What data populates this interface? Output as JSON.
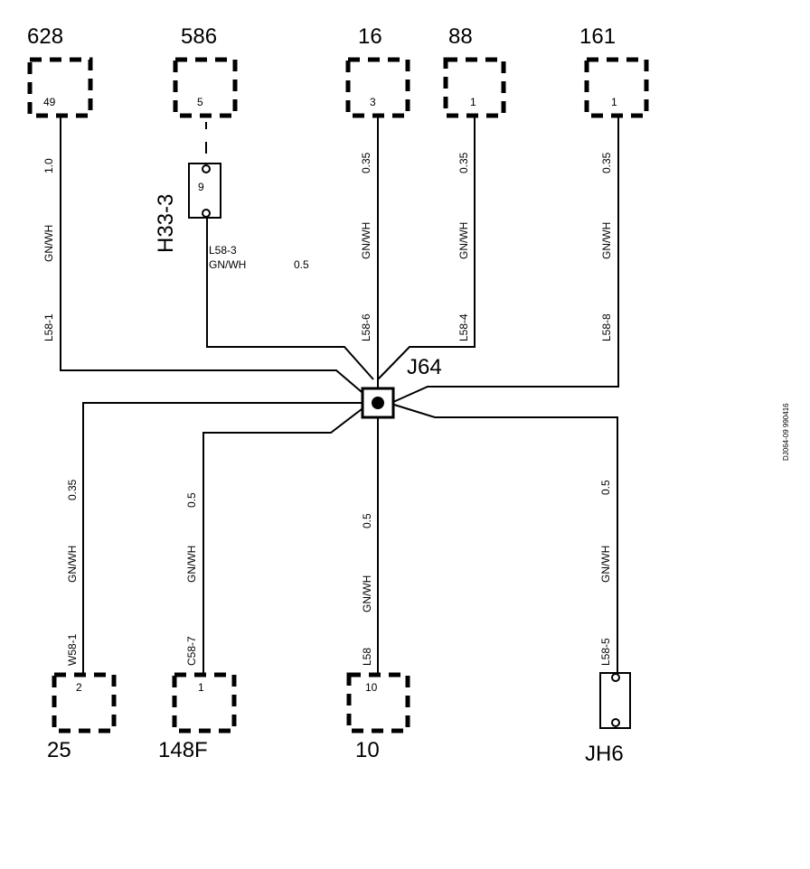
{
  "connectors_top": [
    {
      "name": "628",
      "pin": "49"
    },
    {
      "name": "586",
      "pin": "5"
    },
    {
      "name": "16",
      "pin": "3"
    },
    {
      "name": "88",
      "pin": "1"
    },
    {
      "name": "161",
      "pin": "1"
    }
  ],
  "connectors_bottom": [
    {
      "name": "25",
      "pin": "2"
    },
    {
      "name": "148F",
      "pin": "1"
    },
    {
      "name": "10",
      "pin": "10"
    },
    {
      "name": "JH6",
      "pin": ""
    }
  ],
  "inline_connector": {
    "name": "H33-3",
    "pin": "9"
  },
  "splice": {
    "name": "J64"
  },
  "wires": {
    "w628": {
      "size": "1.0",
      "color": "GN/WH",
      "id": "L58-1"
    },
    "w586": {
      "id": "L58-3",
      "color": "GN/WH",
      "size": "0.5"
    },
    "w16": {
      "size": "0.35",
      "color": "GN/WH",
      "id": "L58-6"
    },
    "w88": {
      "size": "0.35",
      "color": "GN/WH",
      "id": "L58-4"
    },
    "w161": {
      "size": "0.35",
      "color": "GN/WH",
      "id": "L58-8"
    },
    "w25": {
      "size": "0.35",
      "color": "GN/WH",
      "id": "W58-1"
    },
    "w148f": {
      "size": "0.5",
      "color": "GN/WH",
      "id": "C58-7"
    },
    "w10": {
      "size": "0.5",
      "color": "GN/WH",
      "id": "L58"
    },
    "wjh6": {
      "size": "0.5",
      "color": "GN/WH",
      "id": "L58-5"
    }
  },
  "doc_code": "DJ064-09 990416"
}
